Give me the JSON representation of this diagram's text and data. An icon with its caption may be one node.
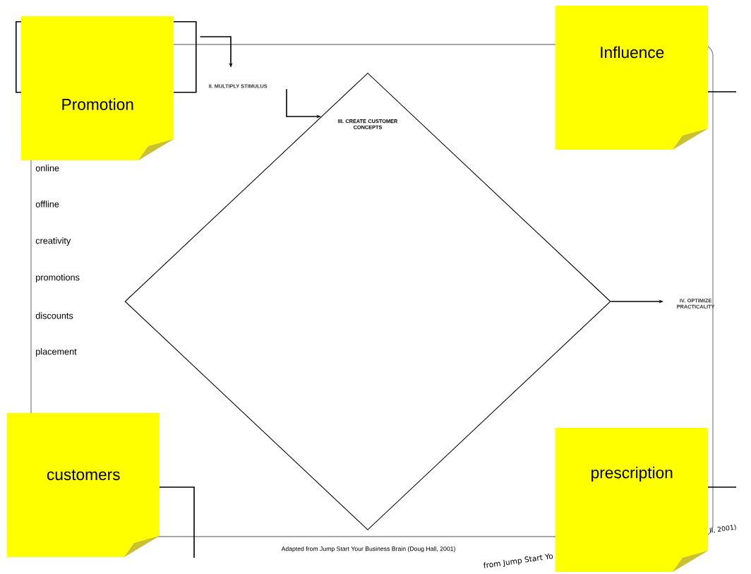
{
  "diagram": {
    "nodes": [
      {
        "text": [
          "Promotion"
        ]
      },
      {
        "text": [
          "Influence"
        ]
      },
      {
        "text": [
          "customers"
        ]
      },
      {
        "text": [
          "prescription"
        ]
      },
      {
        "text": [
          "II. MULTIPLY STIMULUS"
        ]
      },
      {
        "text": [
          "III. CREATE CUSTOMER CONCEPTS"
        ]
      },
      {
        "text": [
          "IV. OPTIMIZE PRACTICALITY"
        ]
      },
      {
        "text": [],
        "shape": "box"
      }
    ],
    "edges": [
      {
        "from": 7,
        "to": 4,
        "arrow": "to"
      },
      {
        "from": 4,
        "to": 5,
        "arrow": "to"
      },
      {
        "from": 5,
        "to": 6,
        "arrow": "to"
      }
    ],
    "labels": [
      "online",
      "offline",
      "creativity",
      "promotions",
      "discounts",
      "placement",
      "ll, 2001)",
      "Adapted from Jump Start Your Business Brain (Doug Hall, 2001)",
      "from Jump Start Yo"
    ]
  }
}
